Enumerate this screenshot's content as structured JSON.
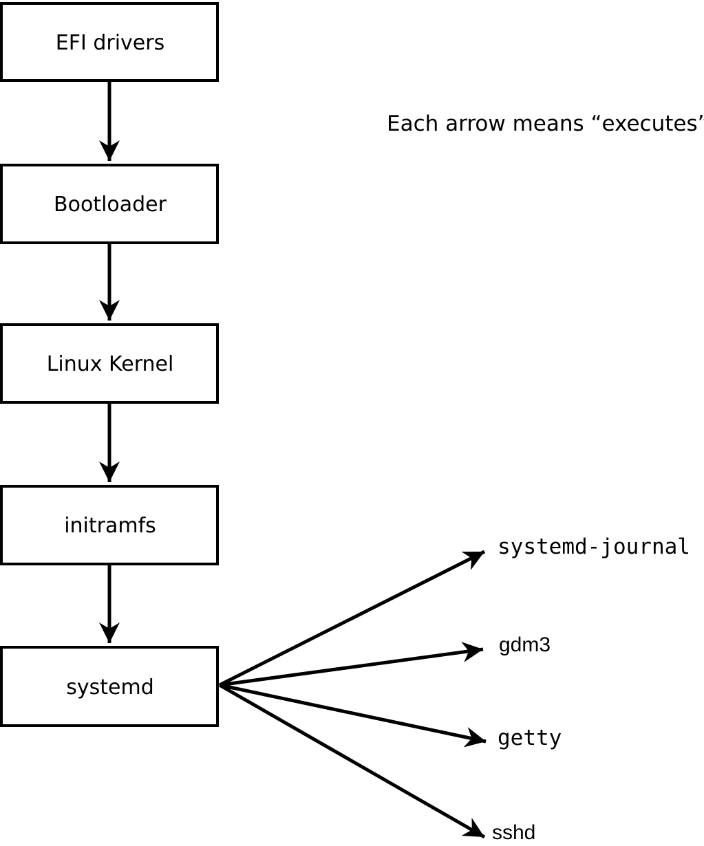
{
  "note": {
    "text": "Each arrow means “executes”."
  },
  "chain": [
    {
      "label": "EFI drivers"
    },
    {
      "label": "Bootloader"
    },
    {
      "label": "Linux Kernel"
    },
    {
      "label": "initramfs"
    },
    {
      "label": "systemd"
    }
  ],
  "spawned": [
    {
      "label": "systemd-journal"
    },
    {
      "label": "gdm3"
    },
    {
      "label": "getty"
    },
    {
      "label": "sshd"
    }
  ],
  "arrow_meaning": "executes",
  "colors": {
    "ink": "#000000",
    "paper": "#ffffff"
  }
}
